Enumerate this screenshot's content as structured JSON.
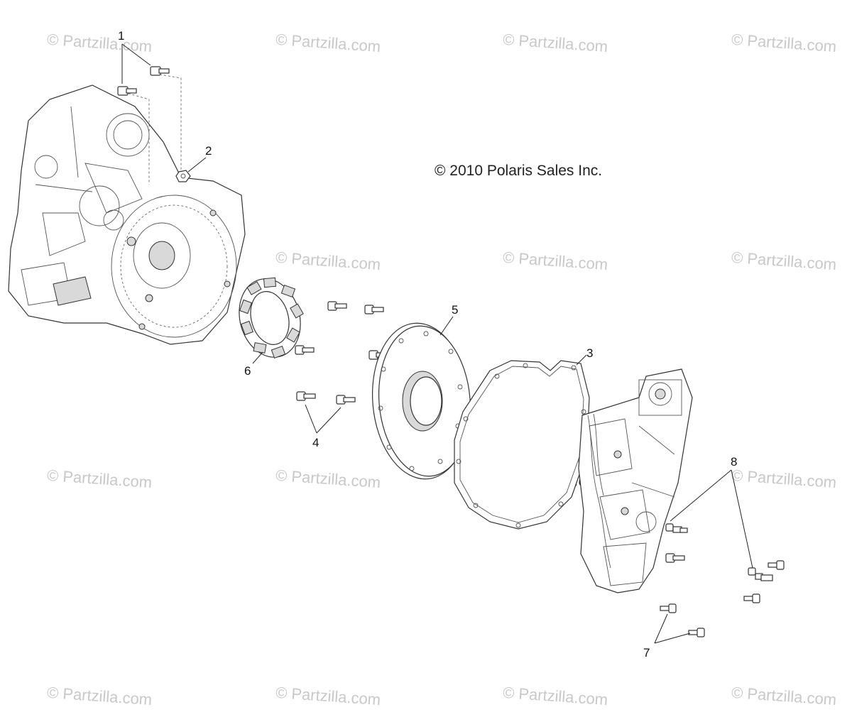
{
  "copyright_text": "© 2010 Polaris Sales Inc.",
  "watermark_text": "© Partzilla.com",
  "callouts": {
    "c1": "1",
    "c2": "2",
    "c3": "3",
    "c4": "4",
    "c5": "5",
    "c6": "6",
    "c7": "7",
    "c8": "8"
  }
}
